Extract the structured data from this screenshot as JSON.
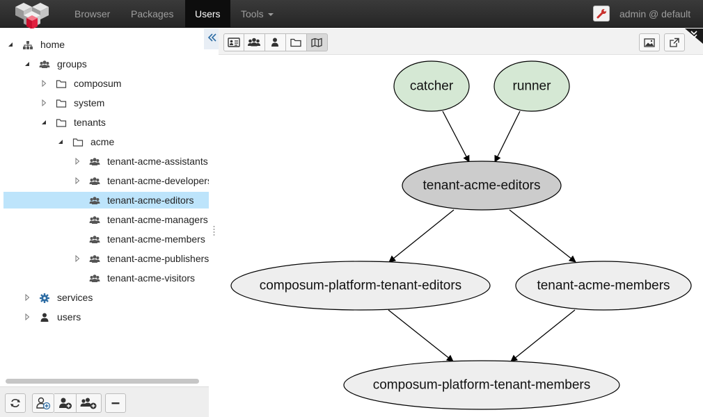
{
  "nav": {
    "items": [
      "Browser",
      "Packages",
      "Users",
      "Tools"
    ],
    "active": "Users",
    "user": "admin @ default"
  },
  "tree": {
    "nodes": [
      {
        "label": "home",
        "icon": "sitemap-icon",
        "expanded": true
      },
      {
        "label": "groups",
        "icon": "group-icon",
        "expanded": true
      },
      {
        "label": "composum",
        "icon": "folder-icon",
        "expanded": false
      },
      {
        "label": "system",
        "icon": "folder-icon",
        "expanded": false
      },
      {
        "label": "tenants",
        "icon": "folder-icon",
        "expanded": true
      },
      {
        "label": "acme",
        "icon": "folder-icon",
        "expanded": true
      },
      {
        "label": "tenant-acme-assistants",
        "icon": "group-icon",
        "expanded": false
      },
      {
        "label": "tenant-acme-developers",
        "icon": "group-icon",
        "expanded": false
      },
      {
        "label": "tenant-acme-editors",
        "icon": "group-icon",
        "selected": true
      },
      {
        "label": "tenant-acme-managers",
        "icon": "group-icon"
      },
      {
        "label": "tenant-acme-members",
        "icon": "group-icon"
      },
      {
        "label": "tenant-acme-publishers",
        "icon": "group-icon",
        "expanded": false
      },
      {
        "label": "tenant-acme-visitors",
        "icon": "group-icon"
      },
      {
        "label": "services",
        "icon": "gear-icon",
        "expanded": false
      },
      {
        "label": "users",
        "icon": "user-icon",
        "expanded": false
      }
    ]
  },
  "graph": {
    "nodes": [
      {
        "id": "catcher",
        "label": "catcher",
        "fill": "#d5e8d4"
      },
      {
        "id": "runner",
        "label": "runner",
        "fill": "#d5e8d4"
      },
      {
        "id": "editors",
        "label": "tenant-acme-editors",
        "fill": "#cccccc"
      },
      {
        "id": "cpte",
        "label": "composum-platform-tenant-editors",
        "fill": "#eeeeee"
      },
      {
        "id": "members",
        "label": "tenant-acme-members",
        "fill": "#eeeeee"
      },
      {
        "id": "cptm",
        "label": "composum-platform-tenant-members",
        "fill": "#eeeeee"
      }
    ],
    "edges": [
      [
        "catcher",
        "editors"
      ],
      [
        "runner",
        "editors"
      ],
      [
        "editors",
        "cpte"
      ],
      [
        "editors",
        "members"
      ],
      [
        "cpte",
        "cptm"
      ],
      [
        "members",
        "cptm"
      ]
    ]
  }
}
